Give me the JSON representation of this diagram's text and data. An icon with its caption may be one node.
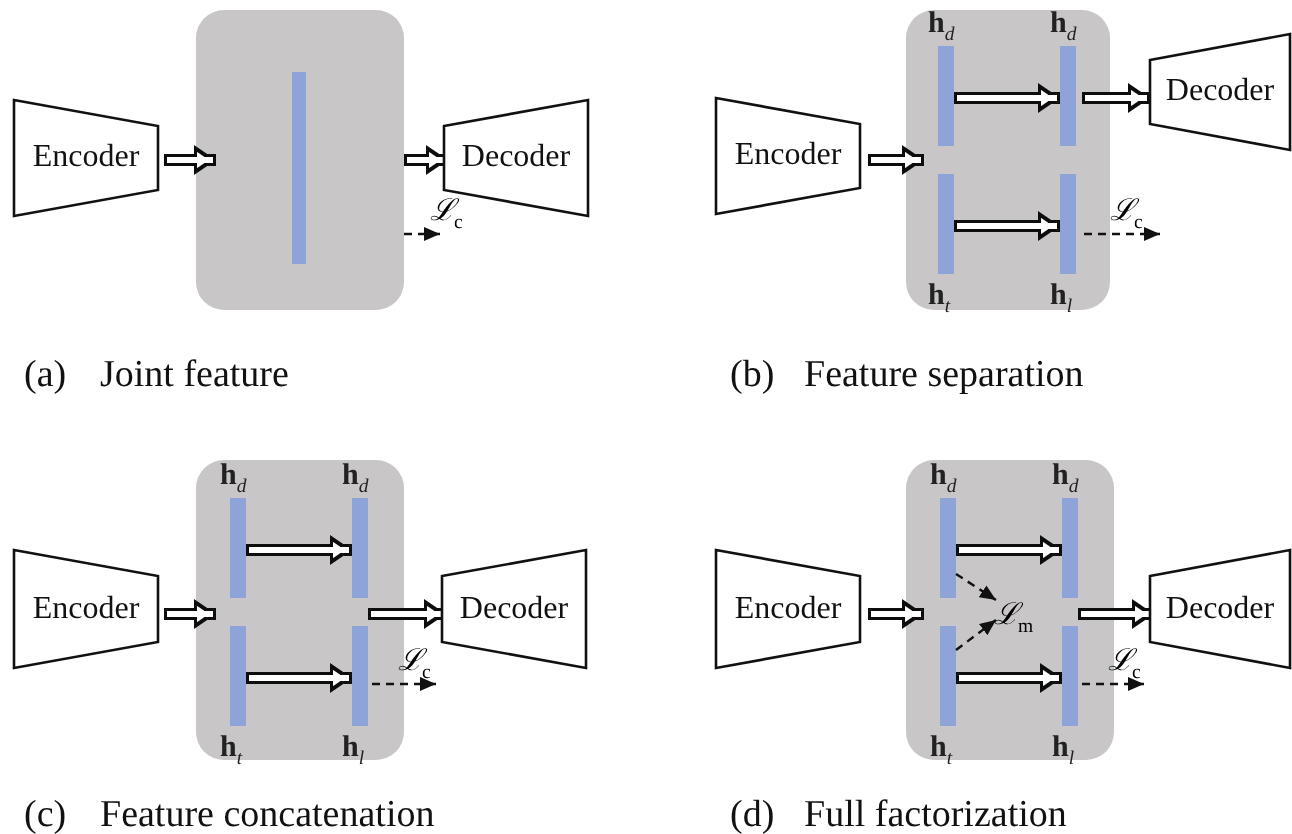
{
  "diagram": {
    "nodes": [
      {
        "text": [
          "Encoder"
        ]
      },
      {
        "text": [],
        "shape": "box"
      },
      {
        "text": [],
        "shape": "bar",
        "in": 1
      },
      {
        "text": [
          "Decoder"
        ]
      },
      {
        "text": [
          "Encoder"
        ]
      },
      {
        "text": [],
        "shape": "box"
      },
      {
        "text": [],
        "shape": "bar",
        "in": 5,
        "beside": [
          "**h**$_{d}$"
        ]
      },
      {
        "text": [],
        "shape": "bar",
        "in": 5,
        "beside": [
          "**h**$_{t}$"
        ]
      },
      {
        "text": [],
        "shape": "bar",
        "in": 5,
        "beside": [
          "**h**$_{d}$"
        ]
      },
      {
        "text": [],
        "shape": "bar",
        "in": 5,
        "beside": [
          "**h**$_{l}$"
        ]
      },
      {
        "text": [
          "Decoder"
        ]
      },
      {
        "text": [
          "Encoder"
        ]
      },
      {
        "text": [],
        "shape": "box"
      },
      {
        "text": [],
        "shape": "bar",
        "in": 12,
        "beside": [
          "**h**$_{d}$"
        ]
      },
      {
        "text": [],
        "shape": "bar",
        "in": 12,
        "beside": [
          "**h**$_{t}$"
        ]
      },
      {
        "text": [],
        "shape": "bar",
        "in": 12,
        "beside": [
          "**h**$_{d}$"
        ]
      },
      {
        "text": [],
        "shape": "bar",
        "in": 12,
        "beside": [
          "**h**$_{l}$"
        ]
      },
      {
        "text": [
          "Decoder"
        ]
      },
      {
        "text": [
          "Encoder"
        ]
      },
      {
        "text": [],
        "shape": "box"
      },
      {
        "text": [],
        "shape": "bar",
        "in": 19,
        "beside": [
          "**h**$_{d}$"
        ]
      },
      {
        "text": [],
        "shape": "bar",
        "in": 19,
        "beside": [
          "**h**$_{t}$"
        ]
      },
      {
        "text": [],
        "shape": "bar",
        "in": 19,
        "beside": [
          "**h**$_{d}$"
        ]
      },
      {
        "text": [],
        "shape": "bar",
        "in": 19,
        "beside": [
          "**h**$_{l}$"
        ]
      },
      {
        "text": [
          "ℒ$_{m}$"
        ],
        "in": 19
      },
      {
        "text": [
          "Decoder"
        ]
      }
    ],
    "edges": [
      {
        "from": 0,
        "to": 1,
        "arrow": "to"
      },
      {
        "from": 1,
        "to": 3,
        "arrow": "to"
      },
      {
        "from": 1,
        "to": null,
        "arrow": "to",
        "label": "ℒ$_{c}$",
        "style": "dashed"
      },
      {
        "from": 4,
        "to": 5,
        "arrow": "to"
      },
      {
        "from": 6,
        "to": 8,
        "arrow": "to"
      },
      {
        "from": 7,
        "to": 9,
        "arrow": "to"
      },
      {
        "from": 8,
        "to": 10,
        "arrow": "to"
      },
      {
        "from": 9,
        "to": null,
        "arrow": "to",
        "label": "ℒ$_{c}$",
        "style": "dashed"
      },
      {
        "from": 11,
        "to": 12,
        "arrow": "to"
      },
      {
        "from": 13,
        "to": 15,
        "arrow": "to"
      },
      {
        "from": 14,
        "to": 16,
        "arrow": "to"
      },
      {
        "from": 15,
        "to": 17,
        "arrow": "to"
      },
      {
        "from": 16,
        "to": null,
        "arrow": "to",
        "label": "ℒ$_{c}$",
        "style": "dashed"
      },
      {
        "from": 18,
        "to": 19,
        "arrow": "to"
      },
      {
        "from": 20,
        "to": 22,
        "arrow": "to"
      },
      {
        "from": 21,
        "to": 23,
        "arrow": "to"
      },
      {
        "from": 20,
        "to": 24,
        "arrow": "to",
        "style": "dashed"
      },
      {
        "from": 21,
        "to": 24,
        "arrow": "to",
        "style": "dashed"
      },
      {
        "from": 22,
        "to": 25,
        "arrow": "to"
      },
      {
        "from": 23,
        "to": null,
        "arrow": "to",
        "label": "ℒ$_{c}$",
        "style": "dashed"
      }
    ],
    "labels": [
      "(a)",
      "Joint feature",
      "(b)",
      "Feature separation",
      "(c)",
      "Feature concatenation",
      "(d)",
      "Full factorization"
    ]
  }
}
